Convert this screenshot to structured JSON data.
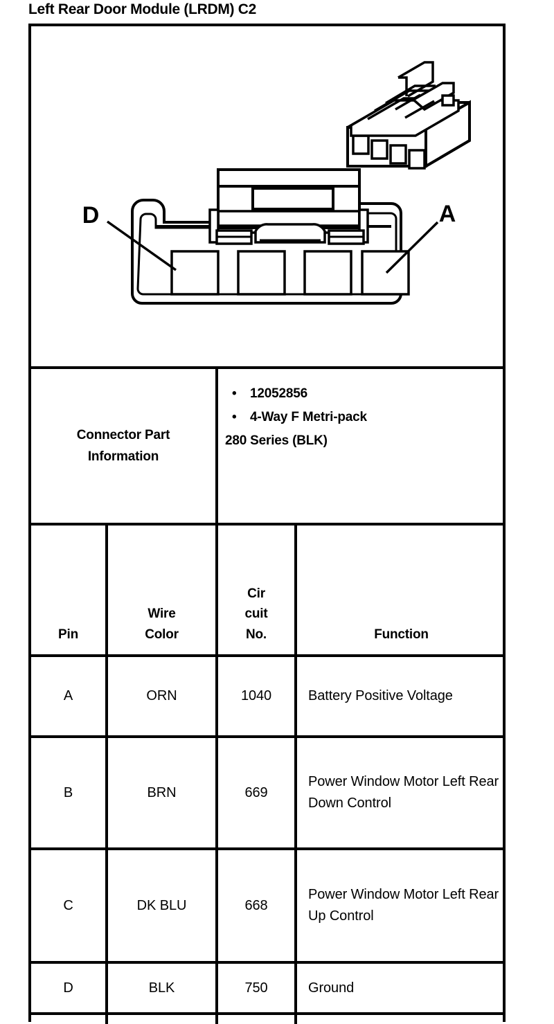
{
  "page_title": "Left Rear Door Module (LRDM) C2",
  "diagram": {
    "name": "connector-face-view",
    "callouts": [
      {
        "label": "D",
        "pin": "D",
        "position": "left"
      },
      {
        "label": "A",
        "pin": "A",
        "position": "right"
      }
    ],
    "cavity_count": 4,
    "inset_view": "isometric-connector-view"
  },
  "connector_part_information": {
    "label": "Connector Part\nInformation",
    "label_line1": "Connector Part",
    "label_line2": "Information",
    "bullets": [
      "12052856",
      "4-Way F Metri-pack"
    ],
    "continuation": "280 Series (BLK)"
  },
  "pin_table": {
    "headers": {
      "pin": "Pin",
      "wire_color_line1": "Wire",
      "wire_color_line2": "Color",
      "circuit_no_line1": "Cir",
      "circuit_no_line2": "cuit",
      "circuit_no_line3": "No.",
      "function": "Function"
    },
    "rows": [
      {
        "pin": "A",
        "wire_color": "ORN",
        "circuit_no": "1040",
        "function": "Battery Positive Voltage"
      },
      {
        "pin": "B",
        "wire_color": "BRN",
        "circuit_no": "669",
        "function": "Power Window Motor Left Rear Down Control"
      },
      {
        "pin": "C",
        "wire_color": "DK BLU",
        "circuit_no": "668",
        "function": "Power Window Motor Left Rear Up Control"
      },
      {
        "pin": "D",
        "wire_color": "BLK",
        "circuit_no": "750",
        "function": "Ground"
      }
    ]
  },
  "colors": {
    "ink": "#000000",
    "background": "#ffffff"
  }
}
